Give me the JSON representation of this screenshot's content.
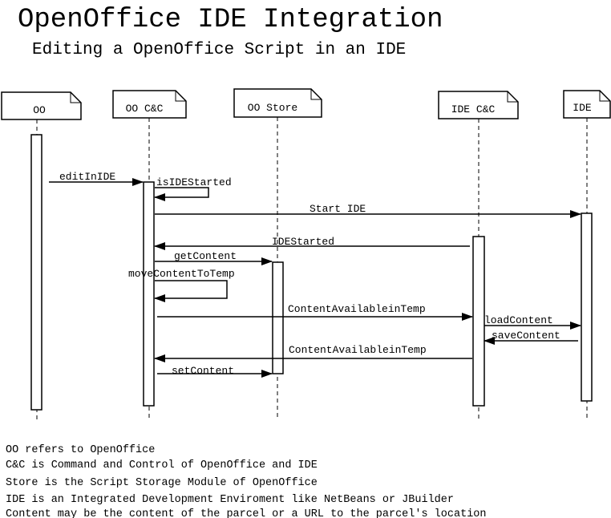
{
  "title": "OpenOffice IDE Integration",
  "subtitle": "Editing a OpenOffice Script in an IDE",
  "actors": [
    {
      "id": "oo",
      "label": "OO"
    },
    {
      "id": "occ",
      "label": "OO C&C"
    },
    {
      "id": "store",
      "label": "OO Store"
    },
    {
      "id": "icc",
      "label": "IDE C&C"
    },
    {
      "id": "ide",
      "label": "IDE"
    }
  ],
  "messages": [
    {
      "from": "oo",
      "to": "occ",
      "label": "editInIDE"
    },
    {
      "from": "occ",
      "to": "occ",
      "label": "isIDEStarted"
    },
    {
      "from": "occ",
      "to": "ide",
      "label": "Start IDE"
    },
    {
      "from": "icc",
      "to": "occ",
      "label": "IDEStarted"
    },
    {
      "from": "occ",
      "to": "store",
      "label": "getContent"
    },
    {
      "from": "occ",
      "to": "occ",
      "label": "moveContentToTemp"
    },
    {
      "from": "occ",
      "to": "icc",
      "label": "ContentAvailableinTemp"
    },
    {
      "from": "icc",
      "to": "ide",
      "label": "loadContent"
    },
    {
      "from": "ide",
      "to": "icc",
      "label": "saveContent"
    },
    {
      "from": "icc",
      "to": "occ",
      "label": "ContentAvailableinTemp"
    },
    {
      "from": "occ",
      "to": "store",
      "label": "setContent"
    }
  ],
  "notes": [
    "OO refers to OpenOffice",
    "C&C is Command and Control of OpenOffice and IDE",
    "Store is the Script Storage Module of OpenOffice",
    "IDE is an Integrated Development Enviroment like NetBeans or JBuilder",
    "Content may be the content of the parcel or a URL to the parcel's location"
  ]
}
